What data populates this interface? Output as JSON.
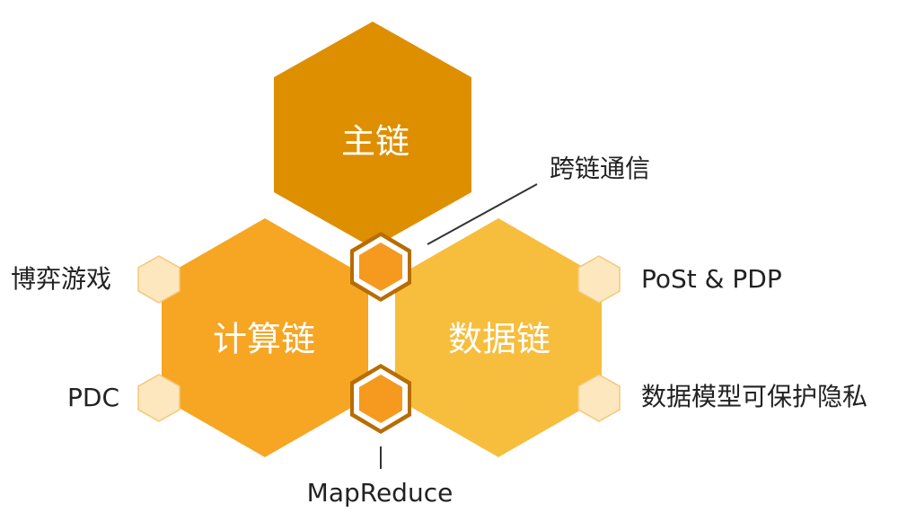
{
  "colors": {
    "main_chain": "#de8f00",
    "compute_chain": "#f6a623",
    "data_chain": "#f7bd3c",
    "connector_fill": "#f59a1f",
    "connector_ring": "#ffffff",
    "connector_outline": "#b86d00",
    "satellite_fill": "#fde7bf",
    "satellite_stroke": "#f6c77a",
    "leader_line": "#333333"
  },
  "hexagons": {
    "main_chain": "主链",
    "compute_chain": "计算链",
    "data_chain": "数据链"
  },
  "labels": {
    "cross_chain": "跨链通信",
    "game": "博弈游戏",
    "pdc": "PDC",
    "post_pdp": "PoSt & PDP",
    "data_privacy": "数据模型可保护隐私",
    "mapreduce": "MapReduce"
  }
}
